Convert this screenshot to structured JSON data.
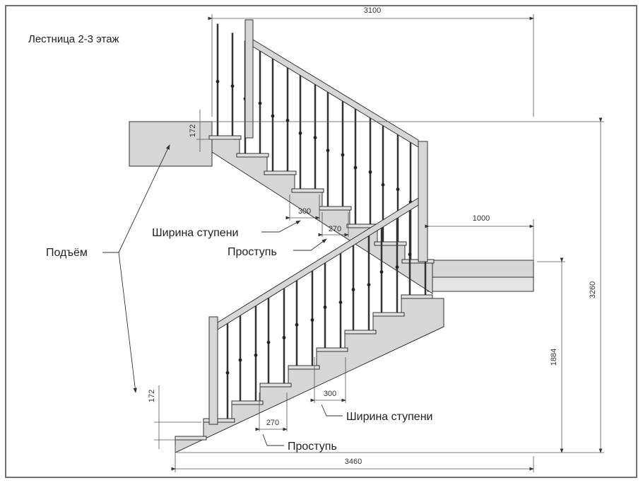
{
  "title": "Лестница 2-3 этаж",
  "labels": {
    "rise": "Подъём",
    "step_width_upper": "Ширина ступени",
    "tread_upper": "Проступь",
    "step_width_lower": "Ширина ступени",
    "tread_lower": "Проступь"
  },
  "dimensions": {
    "top_length": "3100",
    "total_height": "3260",
    "lower_height": "1884",
    "landing_width": "1000",
    "bottom_length": "3460",
    "rise_upper": "172",
    "rise_lower": "172",
    "step_width_upper": "300",
    "tread_upper": "270",
    "step_width_lower": "300",
    "tread_lower": "270"
  },
  "colors": {
    "fill": "#d6d6d6",
    "line": "#333333",
    "dim": "#555555"
  }
}
